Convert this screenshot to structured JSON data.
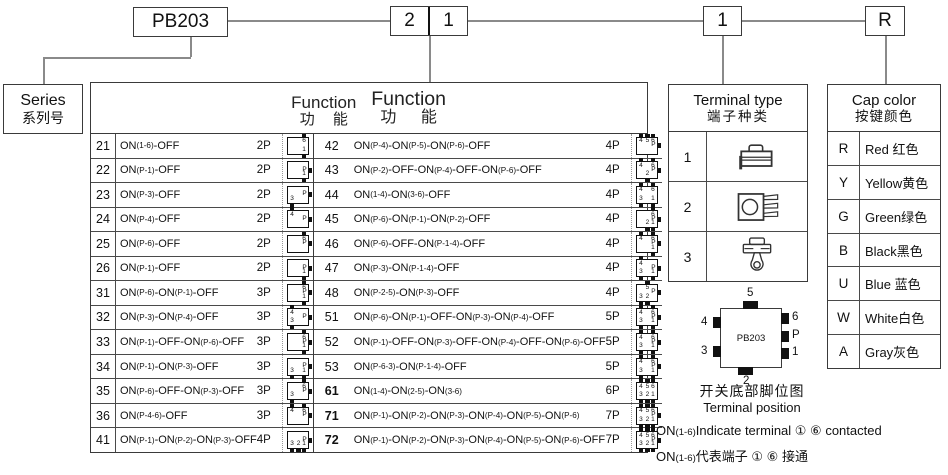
{
  "part_code": {
    "series": "PB203",
    "function_digit_tens": "2",
    "function_digit_ones": "1",
    "terminal_digit": "1",
    "color_digit": "R"
  },
  "series_box": {
    "en": "Series",
    "zh": "系列号"
  },
  "function_table": {
    "header_en": "Function",
    "header_zh": "功 能",
    "header_en2": "Function",
    "header_zh2": "功 能",
    "left_rows": [
      {
        "num": "21",
        "fn": "ON(1-6)-OFF",
        "poles": "2P",
        "pins": [
          "6",
          "1"
        ],
        "bold": false
      },
      {
        "num": "22",
        "fn": "ON(P-1)-OFF",
        "poles": "2P",
        "pins": [
          "P",
          "1"
        ],
        "bold": false
      },
      {
        "num": "23",
        "fn": "ON(P-3)-OFF",
        "poles": "2P",
        "pins": [
          "3",
          "P"
        ],
        "bold": false
      },
      {
        "num": "24",
        "fn": "ON(P-4)-OFF",
        "poles": "2P",
        "pins": [
          "4",
          "P"
        ],
        "bold": false
      },
      {
        "num": "25",
        "fn": "ON(P-6)-OFF",
        "poles": "2P",
        "pins": [
          "6",
          "P"
        ],
        "bold": false
      },
      {
        "num": "26",
        "fn": "ON(P-1)-OFF",
        "poles": "2P",
        "pins": [
          "P",
          "1"
        ],
        "bold": false
      },
      {
        "num": "31",
        "fn": "ON(P-6)-ON(P-1)-OFF",
        "poles": "3P",
        "pins": [
          "6",
          "P",
          "1"
        ],
        "bold": false
      },
      {
        "num": "32",
        "fn": "ON(P-3)-ON(P-4)-OFF",
        "poles": "3P",
        "pins": [
          "4",
          "3",
          "P"
        ],
        "bold": false
      },
      {
        "num": "33",
        "fn": "ON(P-1)-OFF-ON(P-6)-OFF",
        "poles": "3P",
        "pins": [
          "6",
          "P",
          "1"
        ],
        "bold": false
      },
      {
        "num": "34",
        "fn": "ON(P-1)-ON(P-3)-OFF",
        "poles": "3P",
        "pins": [
          "3",
          "P",
          "1"
        ],
        "bold": false
      },
      {
        "num": "35",
        "fn": "ON(P-6)-OFF-ON(P-3)-OFF",
        "poles": "3P",
        "pins": [
          "3",
          "6",
          "P"
        ],
        "bold": false
      },
      {
        "num": "36",
        "fn": "ON(P-4-6)-OFF",
        "poles": "3P",
        "pins": [
          "4",
          "6",
          "P"
        ],
        "bold": false
      },
      {
        "num": "41",
        "fn": "ON(P-1)-ON(P-2)-ON(P-3)-OFF",
        "poles": "4P",
        "pins": [
          "3",
          "2",
          "1",
          "P"
        ],
        "bold": false
      }
    ],
    "right_rows": [
      {
        "num": "42",
        "fn": "ON(P-4)-ON(P-5)-ON(P-6)-OFF",
        "poles": "4P",
        "pins": [
          "4",
          "5",
          "6",
          "P"
        ],
        "bold": false
      },
      {
        "num": "43",
        "fn": "ON(P-2)-OFF-ON(P-4)-OFF-ON(P-6)-OFF",
        "poles": "4P",
        "pins": [
          "4",
          "6",
          "2",
          "P"
        ],
        "bold": false
      },
      {
        "num": "44",
        "fn": "ON(1-4)-ON(3-6)-OFF",
        "poles": "4P",
        "pins": [
          "4",
          "6",
          "3",
          "1"
        ],
        "bold": false
      },
      {
        "num": "45",
        "fn": "ON(P-6)-ON(P-1)-ON(P-2)-OFF",
        "poles": "4P",
        "pins": [
          "6",
          "P",
          "2",
          "1"
        ],
        "bold": false
      },
      {
        "num": "46",
        "fn": "ON(P-6)-OFF-ON(P-1-4)-OFF",
        "poles": "4P",
        "pins": [
          "4",
          "6",
          "P",
          "1"
        ],
        "bold": false
      },
      {
        "num": "47",
        "fn": "ON(P-3)-ON(P-1-4)-OFF",
        "poles": "4P",
        "pins": [
          "4",
          "3",
          "P",
          "1"
        ],
        "bold": false
      },
      {
        "num": "48",
        "fn": "ON(P-2-5)-ON(P-3)-OFF",
        "poles": "4P",
        "pins": [
          "5",
          "3",
          "2",
          "P"
        ],
        "bold": false
      },
      {
        "num": "51",
        "fn": "ON(P-6)-ON(P-1)-OFF-ON(P-3)-ON(P-4)-OFF",
        "poles": "5P",
        "pins": [
          "4",
          "6",
          "3",
          "P",
          "1"
        ],
        "bold": false
      },
      {
        "num": "52",
        "fn": "ON(P-1)-OFF-ON(P-3)-OFF-ON(P-4)-OFF-ON(P-6)-OFF",
        "poles": "5P",
        "pins": [
          "4",
          "6",
          "3",
          "P",
          "1"
        ],
        "bold": false
      },
      {
        "num": "53",
        "fn": "ON(P-6-3)-ON(P-1-4)-OFF",
        "poles": "5P",
        "pins": [
          "4",
          "6",
          "3",
          "P",
          "1"
        ],
        "bold": false
      },
      {
        "num": "61",
        "fn": "ON(1-4)-ON(2-5)-ON(3-6)",
        "poles": "6P",
        "pins": [
          "4",
          "5",
          "6",
          "3",
          "2",
          "1"
        ],
        "bold": true
      },
      {
        "num": "71",
        "fn": "ON(P-1)-ON(P-2)-ON(P-3)-ON(P-4)-ON(P-5)-ON(P-6)",
        "poles": "7P",
        "pins": [
          "4",
          "5",
          "6",
          "3",
          "2",
          "1",
          "P"
        ],
        "bold": true
      },
      {
        "num": "72",
        "fn": "ON(P-1)-ON(P-2)-ON(P-3)-ON(P-4)-ON(P-5)-ON(P-6)-OFF",
        "poles": "7P",
        "pins": [
          "4",
          "5",
          "6",
          "3",
          "2",
          "1",
          "P"
        ],
        "bold": true
      }
    ]
  },
  "terminal_type": {
    "title_en": "Terminal type",
    "title_zh": "端子种类",
    "rows": [
      {
        "num": "1",
        "icon": "switch-side-terminal-icon"
      },
      {
        "num": "2",
        "icon": "pcb-pin-terminal-icon"
      },
      {
        "num": "3",
        "icon": "solder-lug-terminal-icon"
      }
    ]
  },
  "cap_color": {
    "title_en": "Cap color",
    "title_zh": "按键颜色",
    "rows": [
      {
        "code": "R",
        "name": "Red 红色"
      },
      {
        "code": "Y",
        "name": "Yellow黄色"
      },
      {
        "code": "G",
        "name": "Green绿色"
      },
      {
        "code": "B",
        "name": "Black黑色"
      },
      {
        "code": "U",
        "name": "Blue 蓝色"
      },
      {
        "code": "W",
        "name": "White白色"
      },
      {
        "code": "A",
        "name": "Gray灰色"
      }
    ]
  },
  "pinout": {
    "chip_label": "PB203",
    "pins_top": [
      "5"
    ],
    "pins_bottom": [
      "2"
    ],
    "pins_left": [
      "4",
      "3"
    ],
    "pins_right": [
      "6",
      "P",
      "1"
    ],
    "caption_zh": "开关底部脚位图",
    "caption_en": "Terminal position"
  },
  "notes": {
    "line1": "ON(1-6)Indicate terminal ① ⑥  contacted",
    "line2": "ON(1-6)代表端子  ① ⑥  接通"
  }
}
